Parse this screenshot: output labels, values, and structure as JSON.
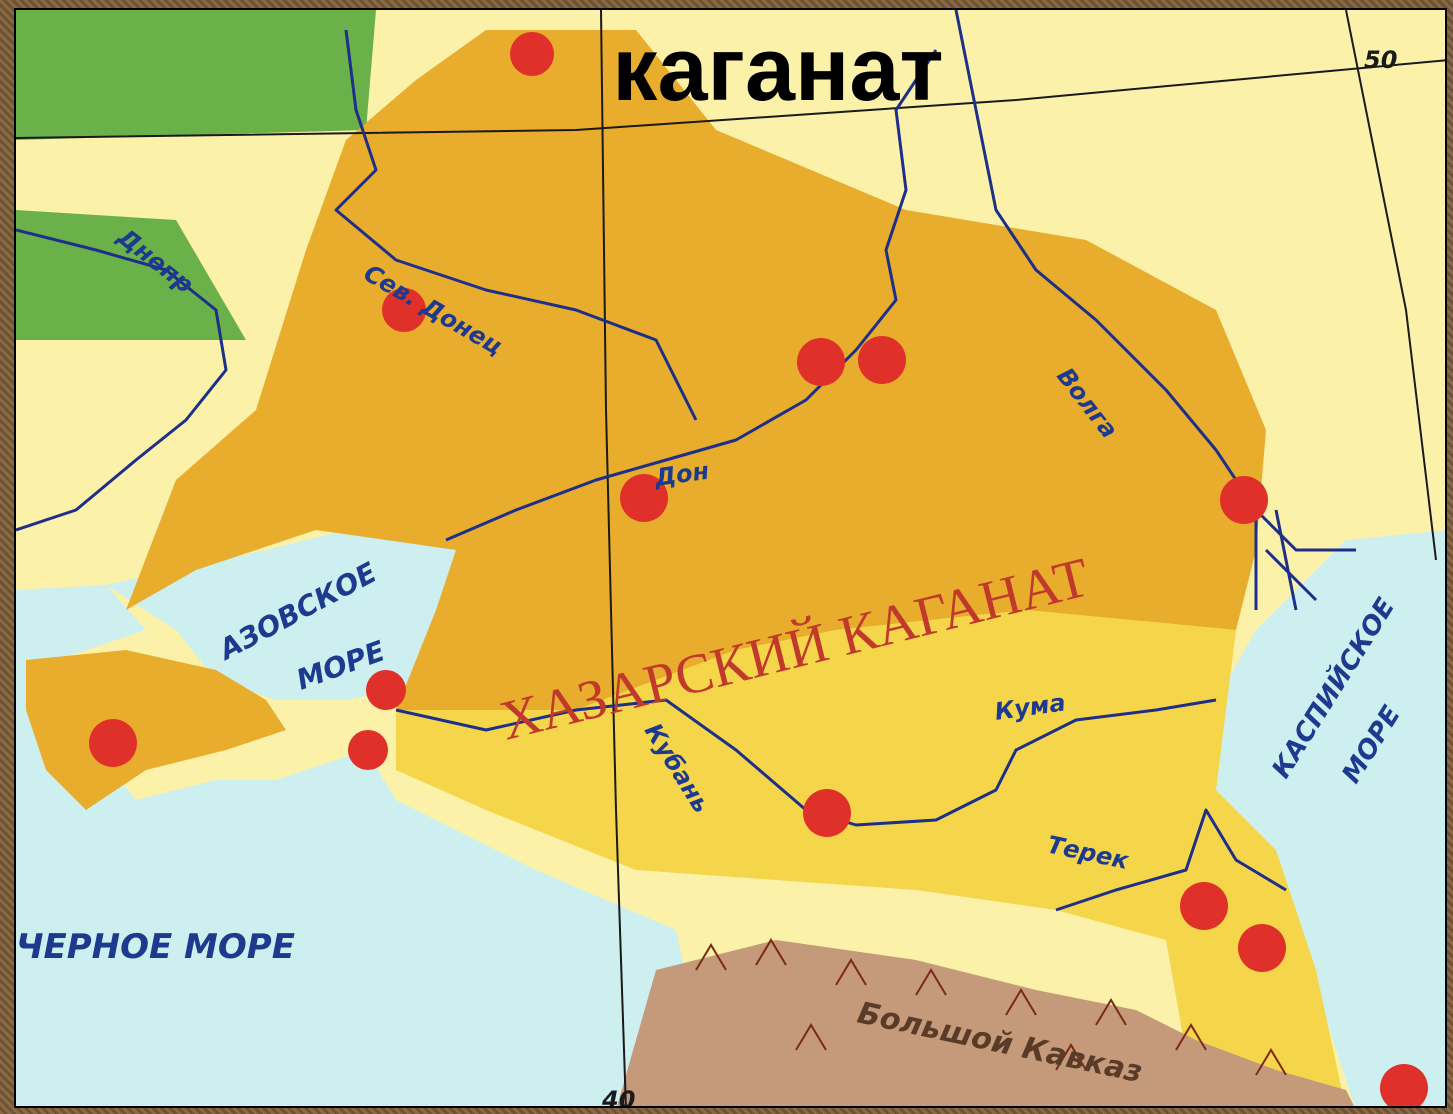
{
  "title": "каганат",
  "colors": {
    "sea": "#cdeff0",
    "land_light": "#fbf1a8",
    "forest": "#6bb14a",
    "khaganate": "#e8ad2c",
    "khaganate_light": "#f5d64a",
    "mountains": "#c49a7a",
    "river": "#1d2f8a",
    "city": "#e0302a",
    "label_blue": "#1d3a8f",
    "label_red": "#c0392b"
  },
  "labels": {
    "khazar_khaganate": "ХАЗАРСКИЙ КАГАНАТ",
    "azov_sea_line1": "АЗОВСКОЕ",
    "azov_sea_line2": "МОРЕ",
    "black_sea": "ЧЕРНОЕ МОРЕ",
    "caspian_line1": "КАСПИЙСКОЕ",
    "caspian_line2": "МОРЕ",
    "dnieper": "Днепр",
    "sev_donets": "Сев. Донец",
    "don": "Дон",
    "volga": "Волга",
    "kuma": "Кума",
    "kuban": "Кубань",
    "terek": "Терек",
    "caucasus": "Большой Кавказ"
  },
  "grid_labels": {
    "lat": "50",
    "lon": "40"
  },
  "icons": {
    "city": "red-dot-icon",
    "mountain": "mountain-peak-icon"
  }
}
